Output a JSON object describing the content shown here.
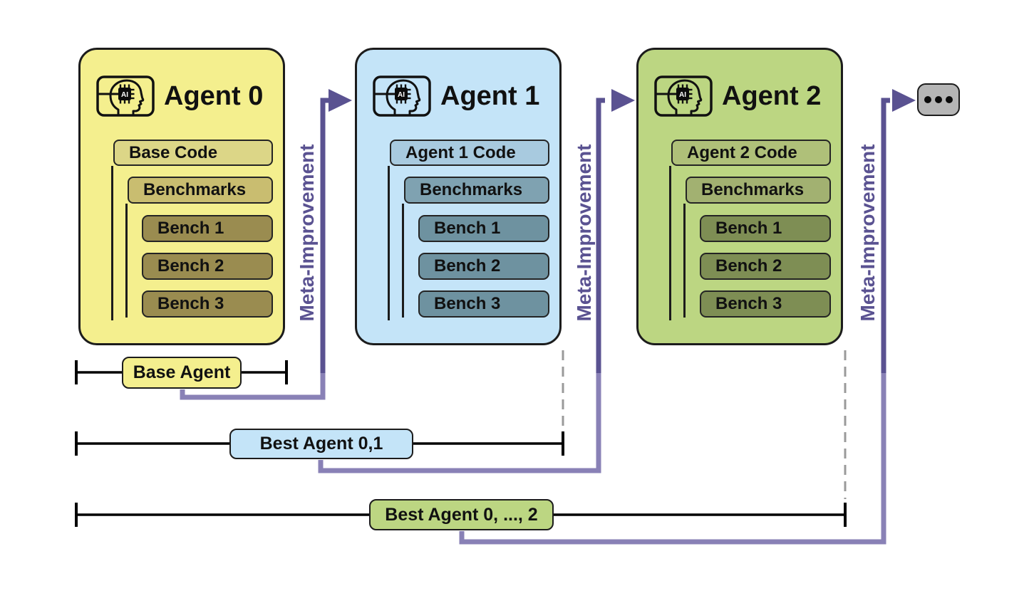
{
  "colors": {
    "arrow_purple_dark": "#5A5291",
    "arrow_purple_light": "#8981B6",
    "interval_black": "#000000",
    "dashed_gray": "#9a9a9a",
    "dots_box_bg": "#b5b5b5"
  },
  "agents": [
    {
      "title": "Agent 0",
      "icon": "ai-head-chip-icon",
      "chip_text": "AI",
      "code_label": "Base Code",
      "benchmarks_label": "Benchmarks",
      "bench_items": [
        "Bench 1",
        "Bench 2",
        "Bench 3"
      ],
      "colors": {
        "bg": "#F4EF8E",
        "code_bg": "#DCD687",
        "benchmarks_bg": "#C9BD70",
        "bench_bg": "#9A8C50"
      }
    },
    {
      "title": "Agent 1",
      "icon": "ai-head-chip-icon",
      "chip_text": "AI",
      "code_label": "Agent 1 Code",
      "benchmarks_label": "Benchmarks",
      "bench_items": [
        "Bench 1",
        "Bench 2",
        "Bench 3"
      ],
      "colors": {
        "bg": "#C4E4F8",
        "code_bg": "#A8CADF",
        "benchmarks_bg": "#7FA2B1",
        "bench_bg": "#6E92A0"
      }
    },
    {
      "title": "Agent 2",
      "icon": "ai-head-chip-icon",
      "chip_text": "AI",
      "code_label": "Agent 2 Code",
      "benchmarks_label": "Benchmarks",
      "bench_items": [
        "Bench 1",
        "Bench 2",
        "Bench 3"
      ],
      "colors": {
        "bg": "#BCD682",
        "code_bg": "#AFC079",
        "benchmarks_bg": "#A2B171",
        "bench_bg": "#7E8E54"
      }
    }
  ],
  "meta_improvement_labels": [
    "Meta-Improvement",
    "Meta-Improvement",
    "Meta-Improvement"
  ],
  "timeline": [
    {
      "label": "Base Agent",
      "color": "#F4EF8E"
    },
    {
      "label": "Best Agent 0,1",
      "color": "#C4E4F8"
    },
    {
      "label": "Best Agent 0, ..., 2",
      "color": "#BCD682"
    }
  ]
}
